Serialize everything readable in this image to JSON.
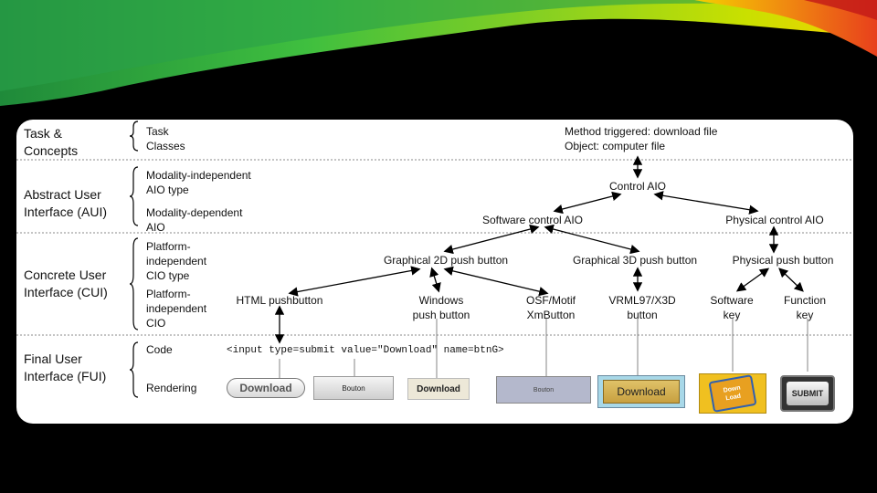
{
  "levels": {
    "task": "Task &\nConcepts",
    "aui": "Abstract User\nInterface (AUI)",
    "cui": "Concrete User\nInterface (CUI)",
    "fui": "Final User\nInterface (FUI)"
  },
  "sublevels": {
    "task_classes": "Task\nClasses",
    "aui_independent": "Modality-independent\nAIO type",
    "aui_dependent": "Modality-dependent\nAIO",
    "cui_type": "Platform-\nindependent\nCIO type",
    "cui_cio": "Platform-\nindependent\nCIO",
    "fui_code": "Code",
    "fui_rendering": "Rendering"
  },
  "nodes": {
    "method": "Method triggered: download file\nObject: computer file",
    "control_aio": "Control AIO",
    "software_control": "Software control AIO",
    "physical_control": "Physical control AIO",
    "graphical_2d": "Graphical 2D push button",
    "graphical_3d": "Graphical 3D push button",
    "physical_push": "Physical push button",
    "html_push": "HTML pushbutton",
    "windows_push": "Windows\npush button",
    "osf_motif": "OSF/Motif\nXmButton",
    "vrml": "VRML97/X3D\nbutton",
    "software_key": "Software\nkey",
    "function_key": "Function\nkey"
  },
  "code_line": "<input type=submit value=\"Download\" name=btnG>",
  "renderings": {
    "html": "Download",
    "windows": "Bouton",
    "web": "Download",
    "motif": "Bouton",
    "vrml": "Download",
    "key": "Down\nLoad",
    "submit": "SUBMIT"
  },
  "colors": {
    "background": "#000000",
    "card": "#ffffff",
    "separator": "#888888",
    "banner_green": "#3fbf3f",
    "banner_yellow": "#f5d000",
    "banner_orange": "#e8401c"
  }
}
